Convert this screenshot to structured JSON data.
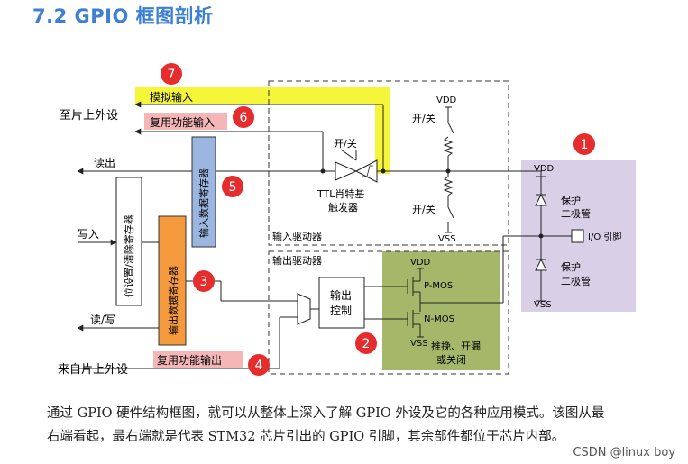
{
  "title": "7.2  GPIO 框图剖析",
  "labels": {
    "to_peripheral": "至片上外设",
    "analog_in": "模拟输入",
    "alt_func_in": "复用功能输入",
    "read_out": "读出",
    "write_in": "写入",
    "read_write": "读/写",
    "from_peripheral": "来自片上外设",
    "alt_func_out": "复用功能输出",
    "bsrr": "位设置/清除寄存器",
    "odr": "输出数据寄存器",
    "idr": "输入数据寄存器",
    "schmitt": "TTL肖特基",
    "schmitt2": "触发器",
    "on_off_top": "开/关",
    "on_off_right_top": "开/关",
    "on_off_right_bottom": "开/关",
    "vdd_top": "VDD",
    "vss_mid": "VSS",
    "input_driver": "输入驱动器",
    "output_driver": "输出驱动器",
    "output_control": "输出",
    "output_control2": "控制",
    "vdd_out": "VDD",
    "pmos": "P-MOS",
    "nmos": "N-MOS",
    "vss_out": "VSS",
    "push_pull": "推挽、开漏",
    "or_off": "或关闭",
    "vdd_prot": "VDD",
    "protect1": "保护",
    "diode1": "二极管",
    "io_pin": "I/O 引脚",
    "protect2": "保护",
    "diode2": "二极管",
    "vss_prot": "VSS"
  },
  "markers": [
    "1",
    "2",
    "3",
    "4",
    "5",
    "6",
    "7"
  ],
  "colors": {
    "title": "#3d7fd3",
    "analog_highlight": "#f5f53a",
    "alt_in_highlight": "#f4b6b6",
    "alt_out_highlight": "#f4b6b6",
    "idr_box": "#9bb6e0",
    "odr_box": "#f59a3c",
    "output_stage": "#a5b86a",
    "protection": "#d9cfe6",
    "marker": "#e52d2d"
  },
  "paragraph": {
    "line1": "通过 GPIO 硬件结构框图，就可以从整体上深入了解 GPIO 外设及它的各种应用模式。该图从最",
    "line2": "右端看起，最右端就是代表 STM32 芯片引出的 GPIO 引脚，其余部件都位于芯片内部。"
  },
  "watermark": "CSDN @linux boy"
}
